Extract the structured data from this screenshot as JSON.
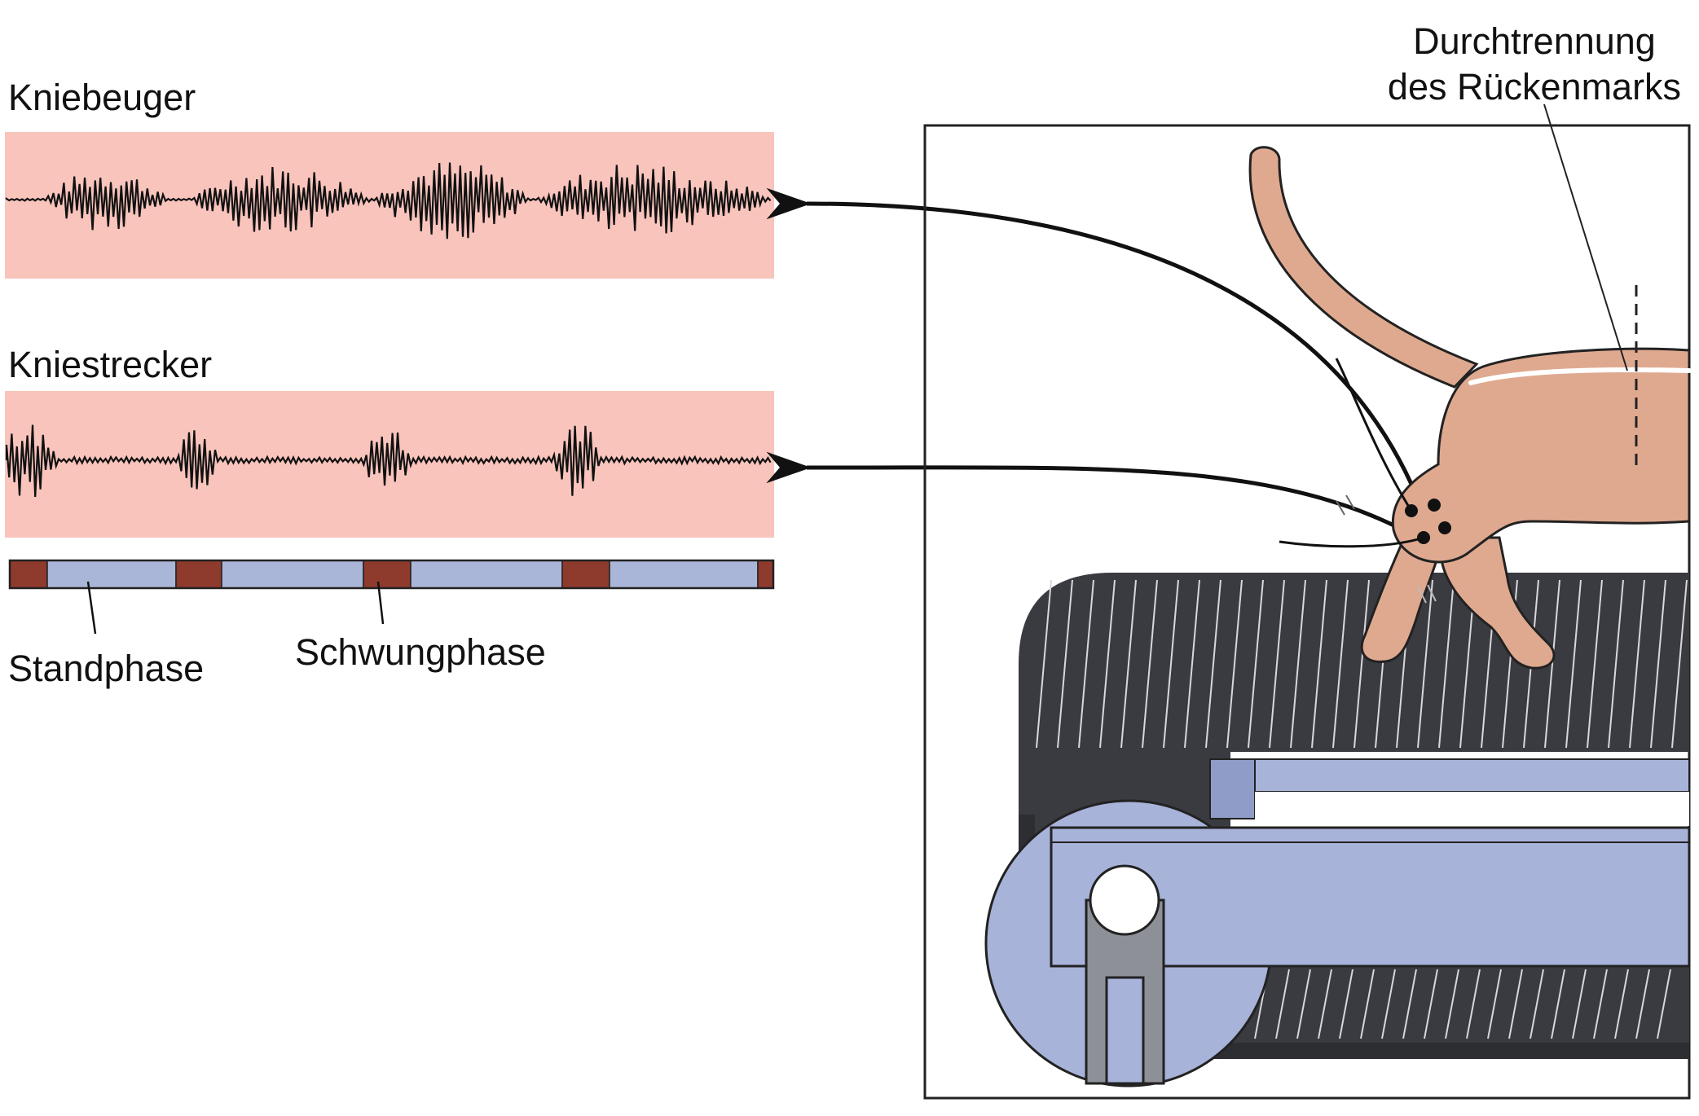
{
  "labels": {
    "flexor": "Kniebeuger",
    "extensor": "Kniestrecker",
    "stance": "Standphase",
    "swing": "Schwungphase",
    "lesion_line1": "Durchtrennung",
    "lesion_line2": "des Rückenmarks"
  },
  "colors": {
    "emg_background": "#f8c4bc",
    "stance_phase": "#aab6d8",
    "swing_phase": "#8e3a2c",
    "cat_body": "#dfa990",
    "treadmill_belt": "#3a3b40",
    "treadmill_frame": "#a7b3d9"
  }
}
